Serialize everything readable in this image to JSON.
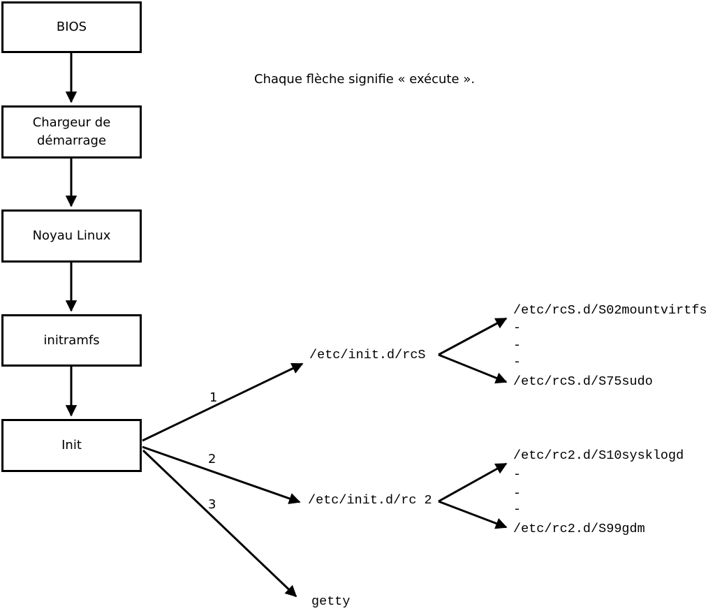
{
  "note": "Chaque flèche signifie « exécute ».",
  "boot_chain": [
    {
      "label": "BIOS"
    },
    {
      "label": "Chargeur de démarrage"
    },
    {
      "label": "Noyau Linux"
    },
    {
      "label": "initramfs"
    },
    {
      "label": "Init"
    }
  ],
  "init_branches": [
    {
      "order": "1",
      "target": "/etc/init.d/rcS",
      "children": [
        "/etc/rcS.d/S02mountvirtfs",
        "-",
        "-",
        "-",
        "/etc/rcS.d/S75sudo"
      ]
    },
    {
      "order": "2",
      "target": "/etc/init.d/rc 2",
      "children": [
        "/etc/rc2.d/S10sysklogd",
        "-",
        "-",
        "-",
        "/etc/rc2.d/S99gdm"
      ]
    },
    {
      "order": "3",
      "target": "getty",
      "children": []
    }
  ],
  "colors": {
    "line": "#000000",
    "background": "#ffffff",
    "text": "#000000"
  }
}
